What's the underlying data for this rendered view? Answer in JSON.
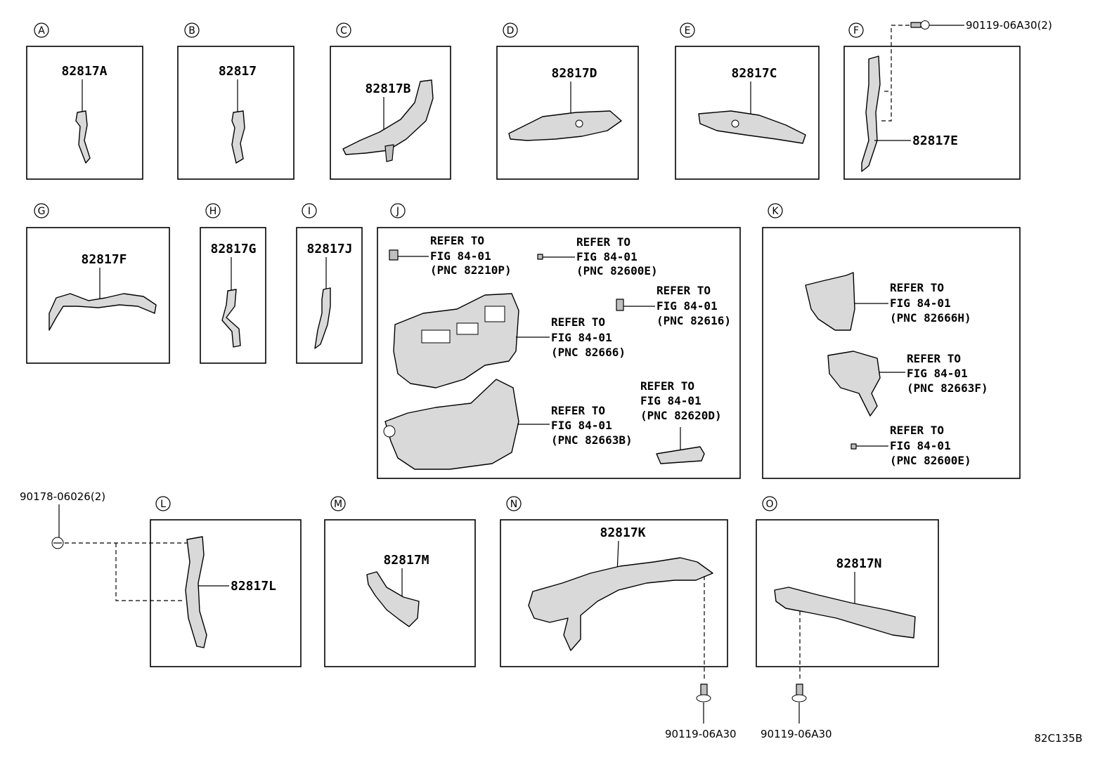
{
  "sections": {
    "A": {
      "letter": "A",
      "part": "82817A"
    },
    "B": {
      "letter": "B",
      "part": "82817"
    },
    "C": {
      "letter": "C",
      "part": "82817B"
    },
    "D": {
      "letter": "D",
      "part": "82817D"
    },
    "E": {
      "letter": "E",
      "part": "82817C"
    },
    "F": {
      "letter": "F",
      "part": "82817E",
      "bolt": "90119-06A30(2)"
    },
    "G": {
      "letter": "G",
      "part": "82817F"
    },
    "H": {
      "letter": "H",
      "part": "82817G"
    },
    "I": {
      "letter": "I",
      "part": "82817J"
    },
    "J": {
      "letter": "J",
      "refs": [
        {
          "l1": "REFER TO",
          "l2": "FIG 84-01",
          "l3": "(PNC 82210P)"
        },
        {
          "l1": "REFER TO",
          "l2": "FIG 84-01",
          "l3": "(PNC 82600E)"
        },
        {
          "l1": "REFER TO",
          "l2": "FIG 84-01",
          "l3": "(PNC 82616)"
        },
        {
          "l1": "REFER TO",
          "l2": "FIG 84-01",
          "l3": "(PNC 82666)"
        },
        {
          "l1": "REFER TO",
          "l2": "FIG 84-01",
          "l3": "(PNC 82620D)"
        },
        {
          "l1": "REFER TO",
          "l2": "FIG 84-01",
          "l3": "(PNC 82663B)"
        }
      ]
    },
    "K": {
      "letter": "K",
      "refs": [
        {
          "l1": "REFER TO",
          "l2": "FIG 84-01",
          "l3": "(PNC 82666H)"
        },
        {
          "l1": "REFER TO",
          "l2": "FIG 84-01",
          "l3": "(PNC 82663F)"
        },
        {
          "l1": "REFER TO",
          "l2": "FIG 84-01",
          "l3": "(PNC 82600E)"
        }
      ]
    },
    "L": {
      "letter": "L",
      "part": "82817L",
      "clip": "90178-06026(2)"
    },
    "M": {
      "letter": "M",
      "part": "82817M"
    },
    "N": {
      "letter": "N",
      "part": "82817K",
      "bolt": "90119-06A30"
    },
    "O": {
      "letter": "O",
      "part": "82817N",
      "bolt": "90119-06A30"
    }
  },
  "diagram_code": "82C135B"
}
